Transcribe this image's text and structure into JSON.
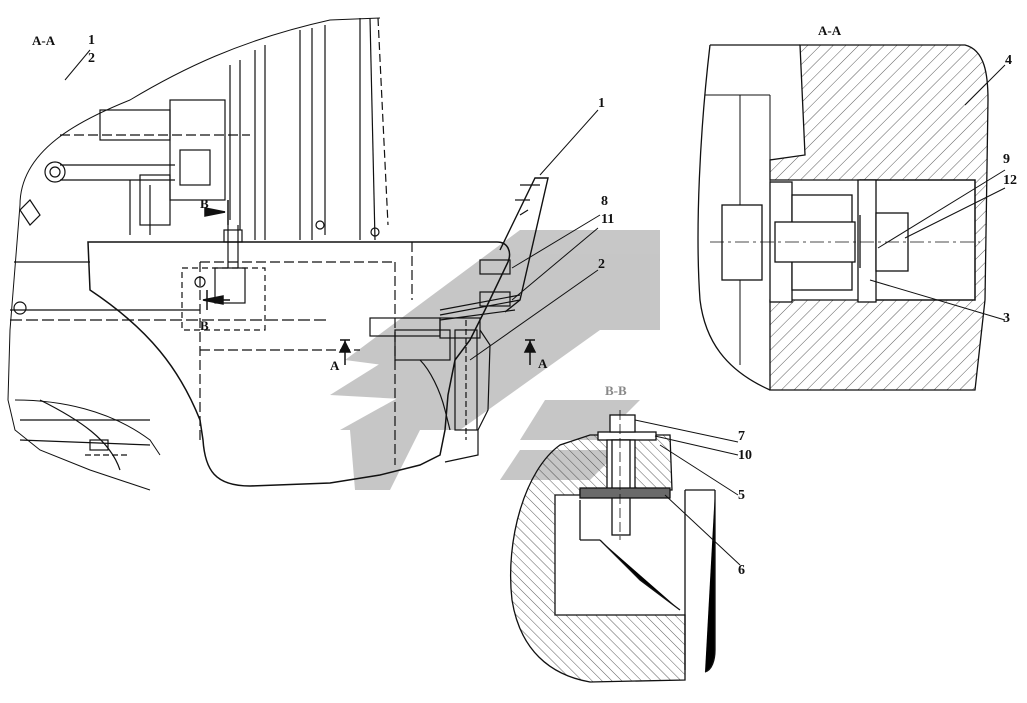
{
  "section_labels": {
    "topleft": "A-A",
    "aa_right": "A-A",
    "bb": "B-B",
    "cut_b_top": "B",
    "cut_b_bottom": "B",
    "cut_a_left": "A",
    "cut_a_right": "A"
  },
  "callouts": {
    "c1_top": "1",
    "c2_top": "2",
    "c1": "1",
    "c8": "8",
    "c11": "11",
    "c2": "2",
    "c4": "4",
    "c9": "9",
    "c12": "12",
    "c3": "3",
    "c7": "7",
    "c10": "10",
    "c5": "5",
    "c6": "6"
  },
  "colors": {
    "line": "#111111",
    "watermark": "#bfbfbf",
    "hatch": "#333333"
  }
}
